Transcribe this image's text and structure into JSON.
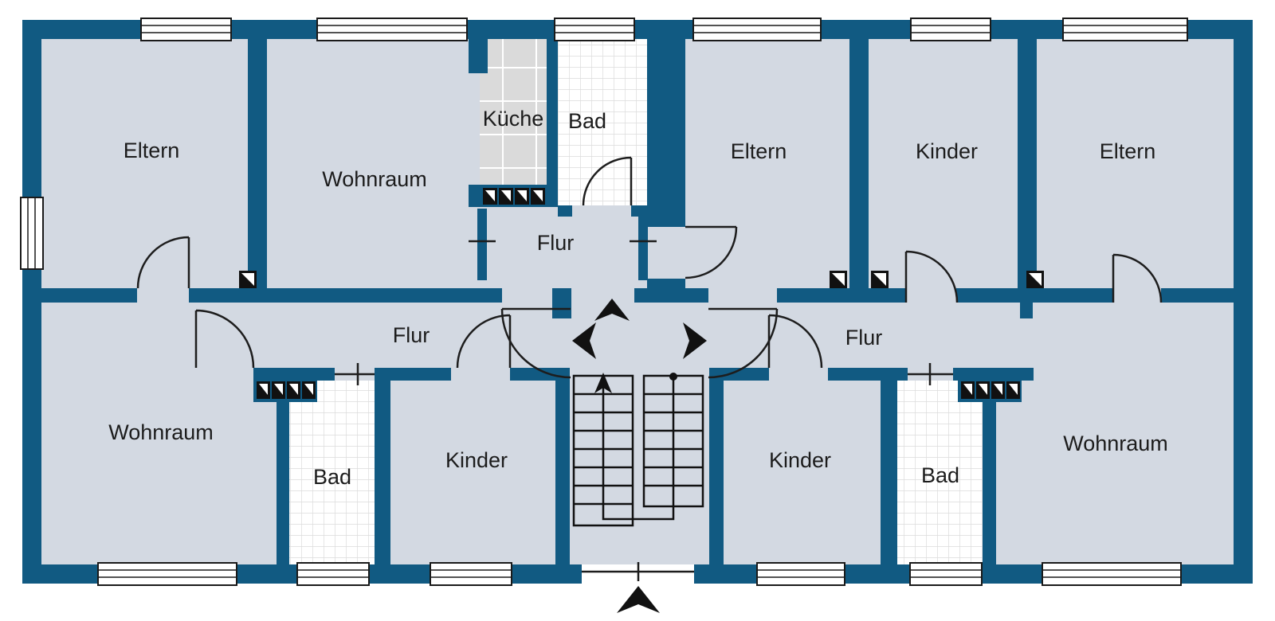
{
  "plan": {
    "type": "floorplan",
    "language": "de"
  },
  "colors": {
    "wall": "#115a82",
    "floor": "#d3d9e2",
    "kitchen_tile": "#dadada",
    "bath_tile": "#ffffff",
    "line": "#1a1a1a",
    "background": "#ffffff"
  },
  "rooms": [
    {
      "id": "eltern-top-left",
      "label": "Eltern"
    },
    {
      "id": "wohnraum-top-left",
      "label": "Wohnraum"
    },
    {
      "id": "kueche",
      "label": "Küche"
    },
    {
      "id": "bad-top-middle",
      "label": "Bad"
    },
    {
      "id": "eltern-top-middle",
      "label": "Eltern"
    },
    {
      "id": "kinder-top-right",
      "label": "Kinder"
    },
    {
      "id": "eltern-top-right",
      "label": "Eltern"
    },
    {
      "id": "flur-small-middle",
      "label": "Flur"
    },
    {
      "id": "flur-left",
      "label": "Flur"
    },
    {
      "id": "flur-right",
      "label": "Flur"
    },
    {
      "id": "wohnraum-bottom-left",
      "label": "Wohnraum"
    },
    {
      "id": "bad-bottom-left",
      "label": "Bad"
    },
    {
      "id": "kinder-bottom-left",
      "label": "Kinder"
    },
    {
      "id": "kinder-bottom-right",
      "label": "Kinder"
    },
    {
      "id": "bad-bottom-right",
      "label": "Bad"
    },
    {
      "id": "wohnraum-bottom-right",
      "label": "Wohnraum"
    }
  ],
  "symbols": {
    "entrance_arrow": "building-entrance-arrow",
    "stair_arrow": "stair-up-direction-arrow",
    "swing_arrows": [
      "door-swing-up",
      "door-swing-left",
      "door-swing-right"
    ],
    "vent_shaft": "vent-shaft-triangle"
  }
}
